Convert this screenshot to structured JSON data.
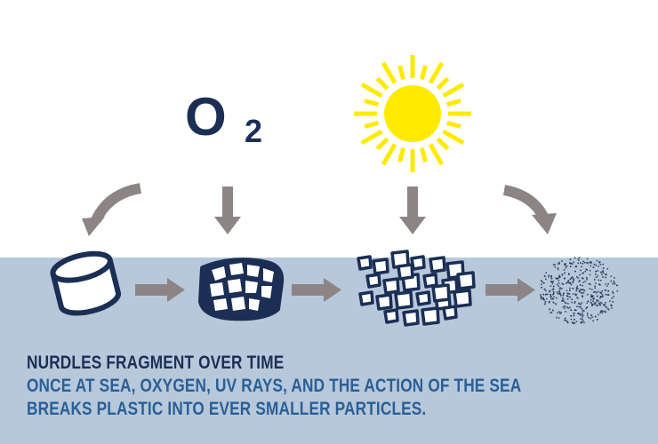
{
  "colors": {
    "sea": "#b7c8db",
    "navy": "#1b2f55",
    "accent_blue": "#2a5f95",
    "arrow": "#8d8585",
    "sun": "#ffea00",
    "white": "#ffffff"
  },
  "oxygen": {
    "symbol": "O",
    "subscript": "2"
  },
  "icons": [
    "oxygen-label",
    "sun-icon",
    "nurdle-icon",
    "cracked-nurdle-icon",
    "fragments-icon",
    "microparticles-icon"
  ],
  "caption": {
    "title": "NURDLES FRAGMENT OVER TIME",
    "line1": "ONCE AT SEA, OXYGEN, UV RAYS, AND THE ACTION OF THE SEA",
    "line2": "BREAKS PLASTIC INTO EVER SMALLER PARTICLES."
  }
}
